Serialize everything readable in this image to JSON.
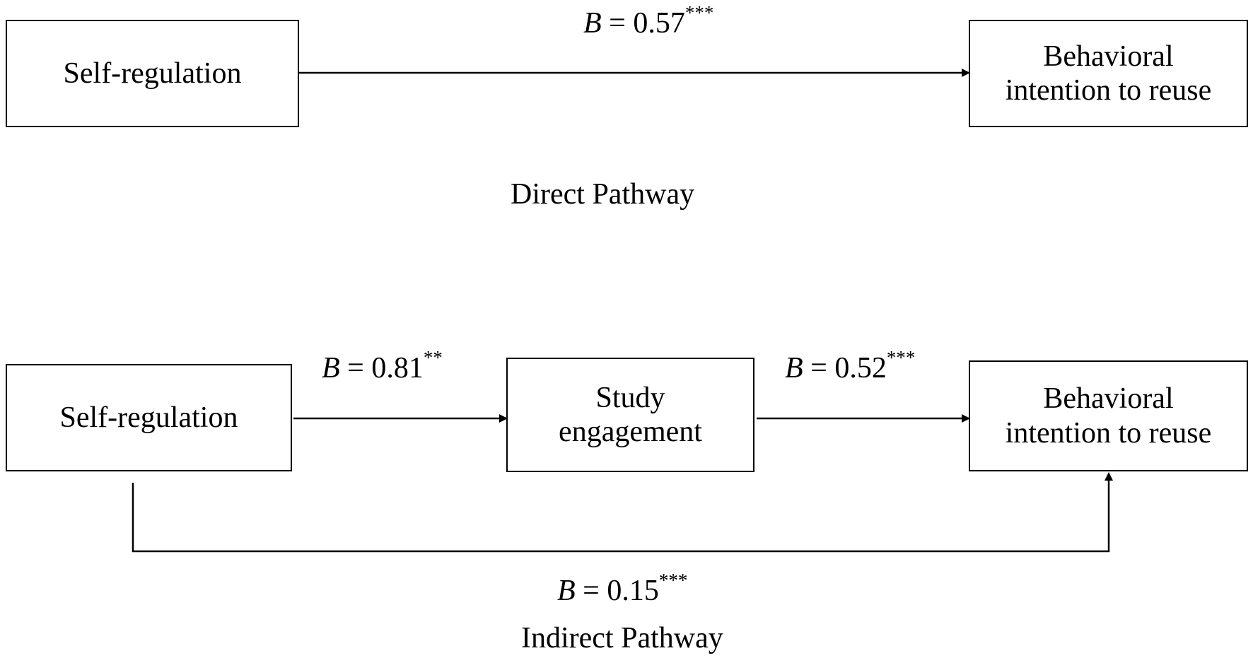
{
  "direct": {
    "source": "Self-regulation",
    "target": "Behavioral\nintention to reuse",
    "coefficient": {
      "symbol": "B",
      "equals": " = ",
      "value": "0.57",
      "significance": "***"
    },
    "caption": "Direct Pathway"
  },
  "indirect": {
    "source": "Self-regulation",
    "mediator": "Study\nengagement",
    "target": "Behavioral\nintention to reuse",
    "coef_a": {
      "symbol": "B",
      "equals": " = ",
      "value": "0.81",
      "significance": "**"
    },
    "coef_b": {
      "symbol": "B",
      "equals": " = ",
      "value": "0.52",
      "significance": "***"
    },
    "coef_c": {
      "symbol": "B",
      "equals": " = ",
      "value": "0.15",
      "significance": "***"
    },
    "caption": "Indirect Pathway"
  },
  "colors": {
    "line": "#000000",
    "background": "#ffffff"
  }
}
